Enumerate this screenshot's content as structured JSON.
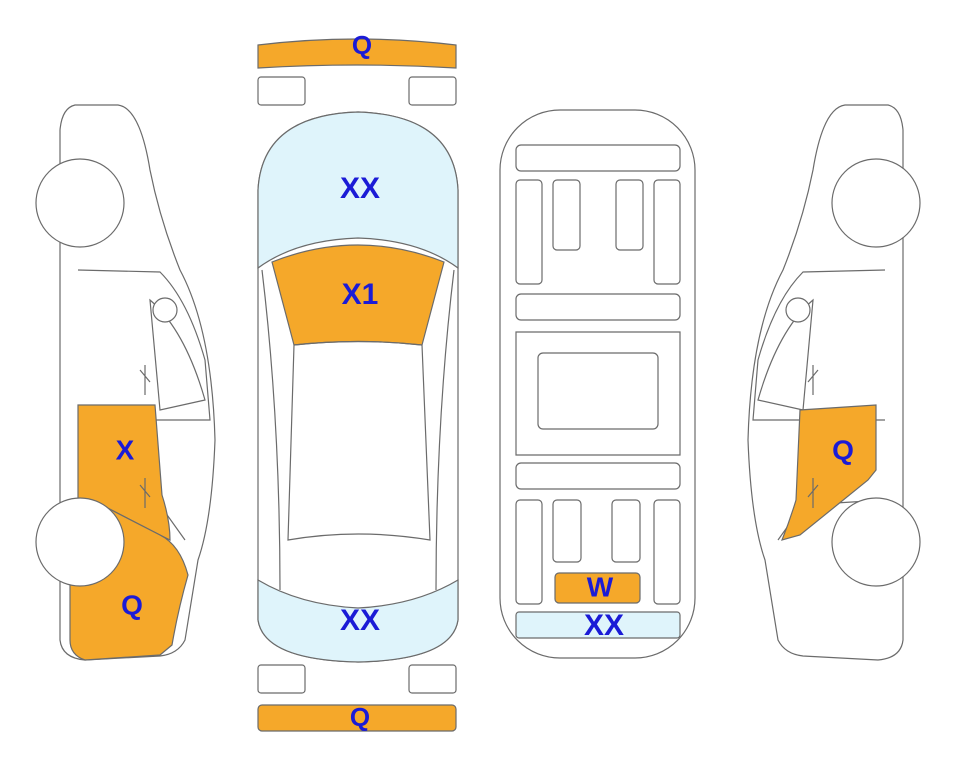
{
  "colors": {
    "damage": "#f5a82a",
    "glass": "#dff4fb",
    "outline": "#6b6b6b",
    "label": "#1b1bd6",
    "background": "#ffffff"
  },
  "labels": {
    "front_bumper": "Q",
    "hood": "XX",
    "windshield": "X1",
    "rear_window": "XX",
    "rear_bumper": "Q",
    "left_rear_door": "X",
    "left_rear_quarter": "Q",
    "right_rear_door": "Q",
    "underbody_panel": "W",
    "underbody_rear": "XX"
  }
}
